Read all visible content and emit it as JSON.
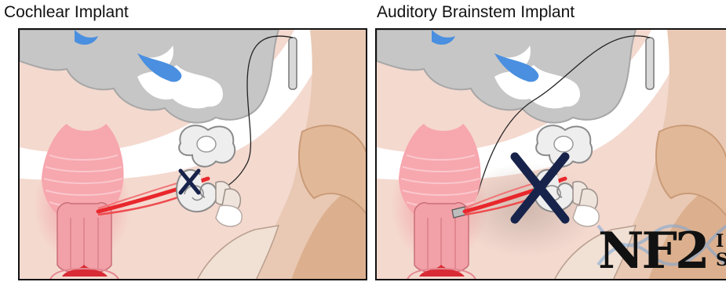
{
  "panels": {
    "left": {
      "title": "Cochlear Implant"
    },
    "right": {
      "title": "Auditory Brainstem Implant"
    }
  },
  "logo": {
    "text": "NF2",
    "side_top": "I",
    "side_bottom": "S"
  },
  "colors": {
    "skin": "#f4d9cf",
    "brain_gray": "#c6c6c6",
    "ventricle_blue": "#4a8fe0",
    "nerve_red": "#e8272c",
    "ear_tan": "#e2b998",
    "cross_navy": "#17234a",
    "throat_pink": "#f5a3aa"
  },
  "icons": [
    "cross-mark-icon",
    "helix-watermark-icon"
  ]
}
